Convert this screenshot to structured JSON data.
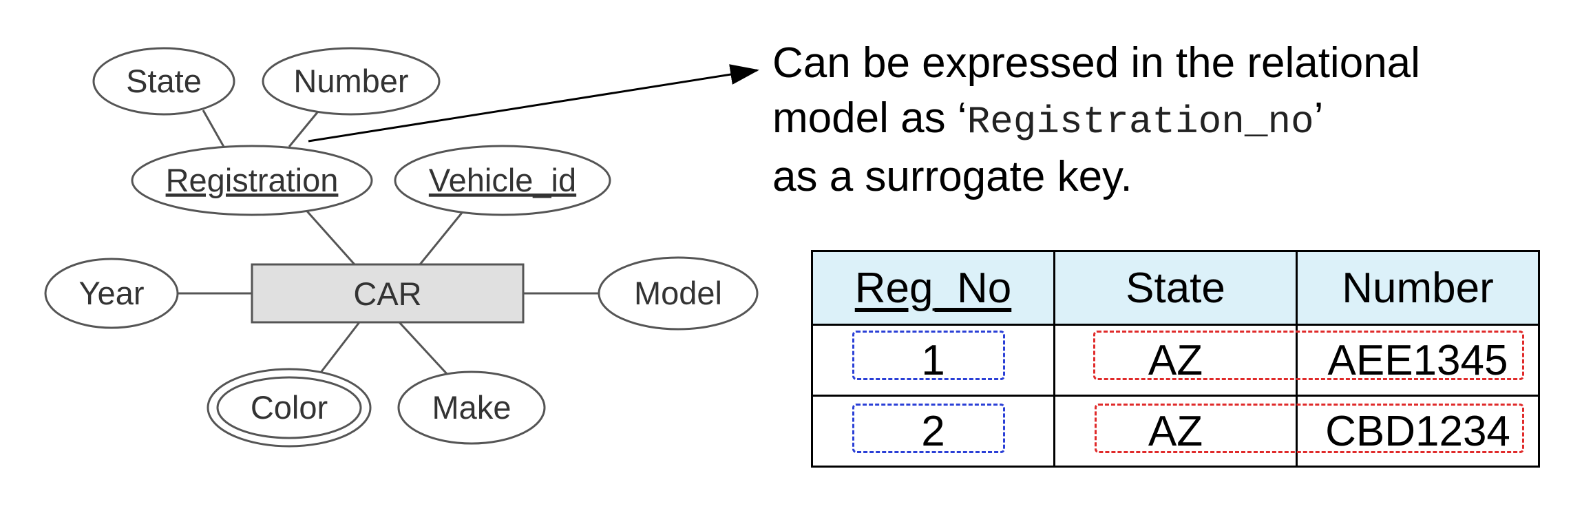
{
  "er_diagram": {
    "entity": "CAR",
    "attributes": {
      "state": "State",
      "number": "Number",
      "registration": "Registration",
      "vehicle_id": "Vehicle_id",
      "year": "Year",
      "model": "Model",
      "color": "Color",
      "make": "Make"
    }
  },
  "annotation": {
    "line1": "Can be expressed in the relational",
    "line2_prefix": "model as ‘",
    "line2_code": "Registration_no",
    "line2_suffix": "’",
    "line3": "as a surrogate key."
  },
  "table": {
    "headers": [
      "Reg_No",
      "State",
      "Number"
    ],
    "rows": [
      [
        "1",
        "AZ",
        "AEE1345"
      ],
      [
        "2",
        "AZ",
        "CBD1234"
      ]
    ]
  },
  "colors": {
    "primary_key_highlight": "#2a3fd6",
    "composite_highlight": "#e02a2a",
    "header_bg": "#dcf1f9",
    "entity_fill": "#e0e0e0"
  }
}
